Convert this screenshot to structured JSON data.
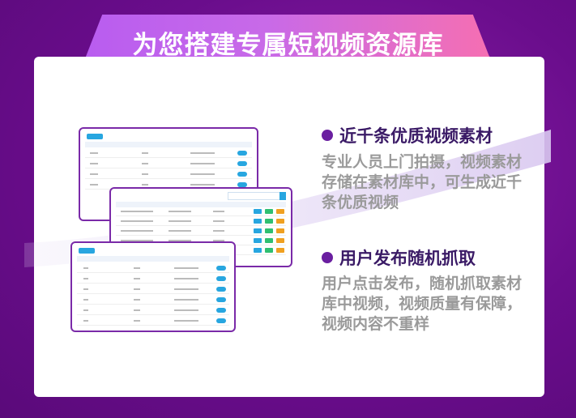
{
  "banner": {
    "title": "为您搭建专属短视频资源库"
  },
  "features": [
    {
      "heading": "近千条优质视频素材",
      "description": "专业人员上门拍摄，视频素材存储在素材库中，可生成近千条优质视频"
    },
    {
      "heading": "用户发布随机抓取",
      "description": "用户点击发布，随机抓取素材库中视频，视频质量有保障，视频内容不重样"
    }
  ],
  "colors": {
    "accent": "#6a1fa0",
    "banner_start": "#b85cf0",
    "banner_end": "#f76fb0",
    "toggle": "#27a6e0"
  }
}
